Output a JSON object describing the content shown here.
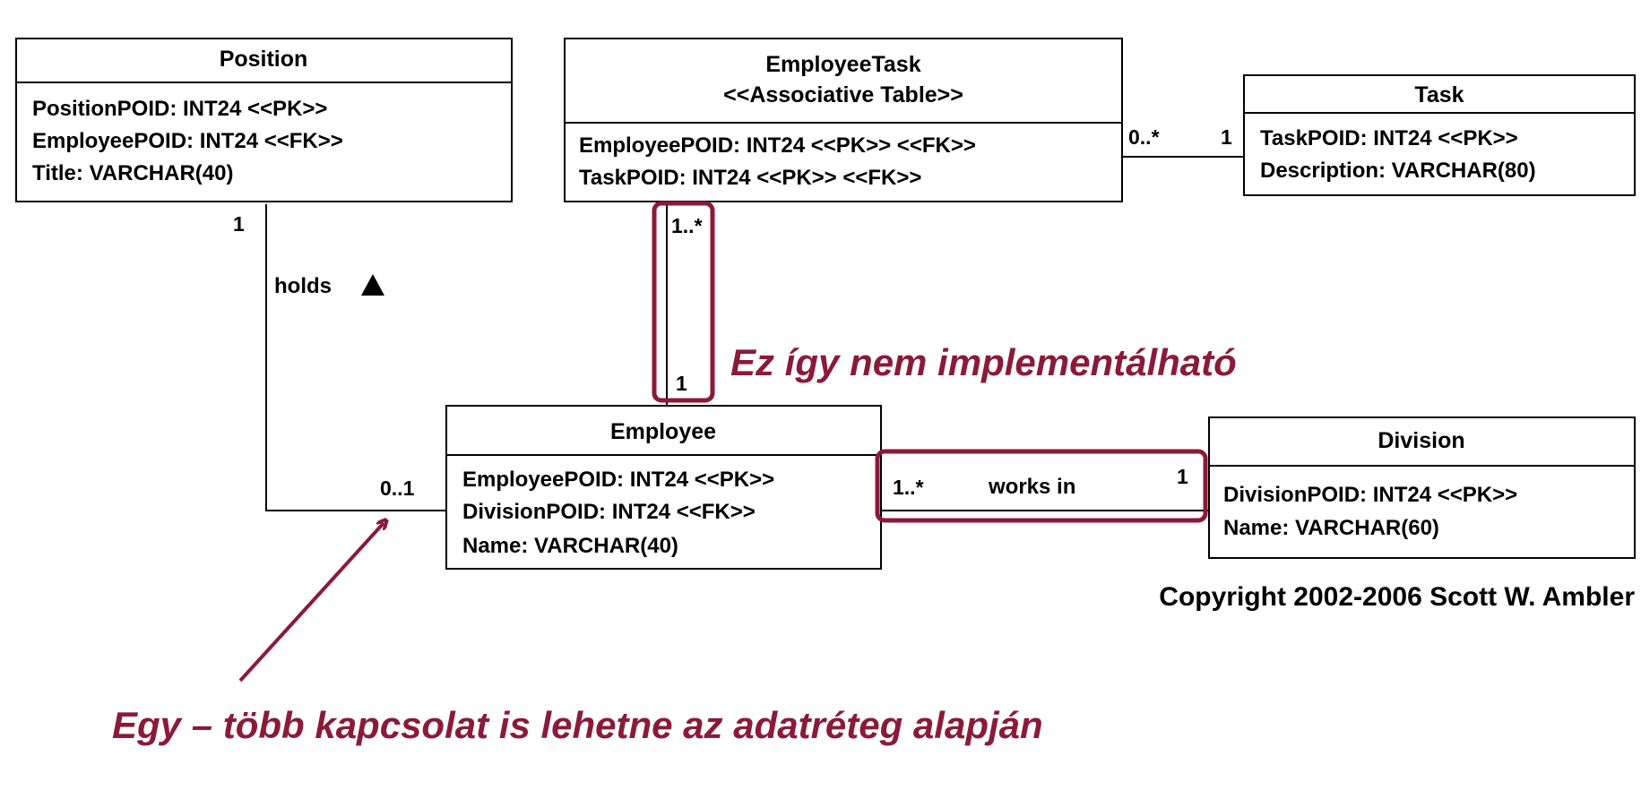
{
  "colors": {
    "annotation": "#8B1A3A",
    "line": "#000000",
    "box_fill": "#ffffff"
  },
  "classes": {
    "position": {
      "title": "Position",
      "attributes": [
        "PositionPOID: INT24 <<PK>>",
        "EmployeePOID: INT24 <<FK>>",
        "Title: VARCHAR(40)"
      ]
    },
    "employee_task": {
      "title": "EmployeeTask",
      "stereotype": "<<Associative Table>>",
      "attributes": [
        "EmployeePOID: INT24 <<PK>> <<FK>>",
        "TaskPOID: INT24 <<PK>> <<FK>>"
      ]
    },
    "task": {
      "title": "Task",
      "attributes": [
        "TaskPOID: INT24 <<PK>>",
        "Description: VARCHAR(80)"
      ]
    },
    "employee": {
      "title": "Employee",
      "attributes": [
        "EmployeePOID: INT24 <<PK>>",
        "DivisionPOID: INT24 <<FK>>",
        "Name: VARCHAR(40)"
      ]
    },
    "division": {
      "title": "Division",
      "attributes": [
        "DivisionPOID: INT24 <<PK>>",
        "Name: VARCHAR(60)"
      ]
    }
  },
  "associations": {
    "holds": {
      "label": "holds",
      "arrow": "triangle-up-icon",
      "mult_position": "1",
      "mult_employee": "0..1"
    },
    "employee_task_task": {
      "mult_employee_task": "0..*",
      "mult_task": "1"
    },
    "employee_task_employee": {
      "mult_employee_task": "1..*",
      "mult_employee": "1"
    },
    "works_in": {
      "label": "works in",
      "mult_employee": "1..*",
      "mult_division": "1"
    }
  },
  "copyright": "Copyright 2002-2006 Scott W. Ambler",
  "annotations": {
    "not_implementable": "Ez így nem implementálható",
    "one_to_many": "Egy – több kapcsolat is lehetne az adatréteg alapján"
  }
}
